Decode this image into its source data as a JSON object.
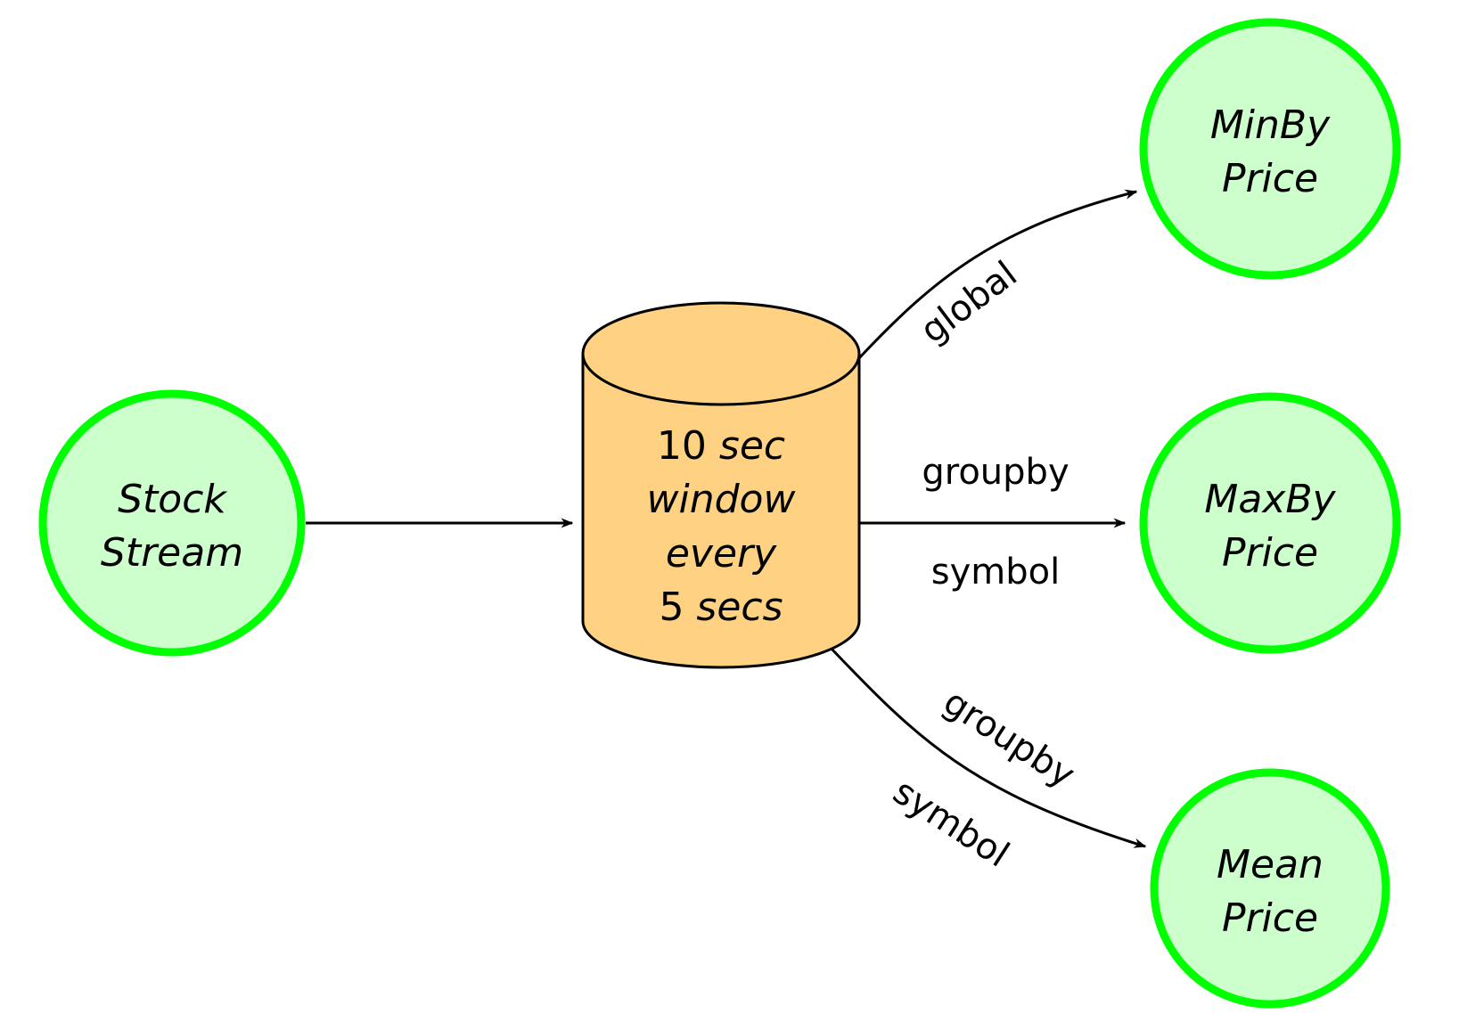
{
  "colors": {
    "node_fill": "#ccffcc",
    "node_stroke": "#00ff00",
    "window_fill": "#ffd183",
    "edge": "#000000"
  },
  "nodes": {
    "stock_stream": {
      "line1": "Stock",
      "line2": "Stream"
    },
    "window": {
      "l1_num": "10",
      "l1_unit": " sec",
      "l2": "window",
      "l3": "every",
      "l4_num": "5",
      "l4_unit": " secs"
    },
    "minby": {
      "line1": "MinBy",
      "line2": "Price"
    },
    "maxby": {
      "line1": "MaxBy",
      "line2": "Price"
    },
    "mean": {
      "line1": "Mean",
      "line2": "Price"
    }
  },
  "edges": {
    "global": "global",
    "maxby_top": "groupby",
    "maxby_bottom": "symbol",
    "mean_top": "groupby",
    "mean_bottom": "symbol"
  }
}
